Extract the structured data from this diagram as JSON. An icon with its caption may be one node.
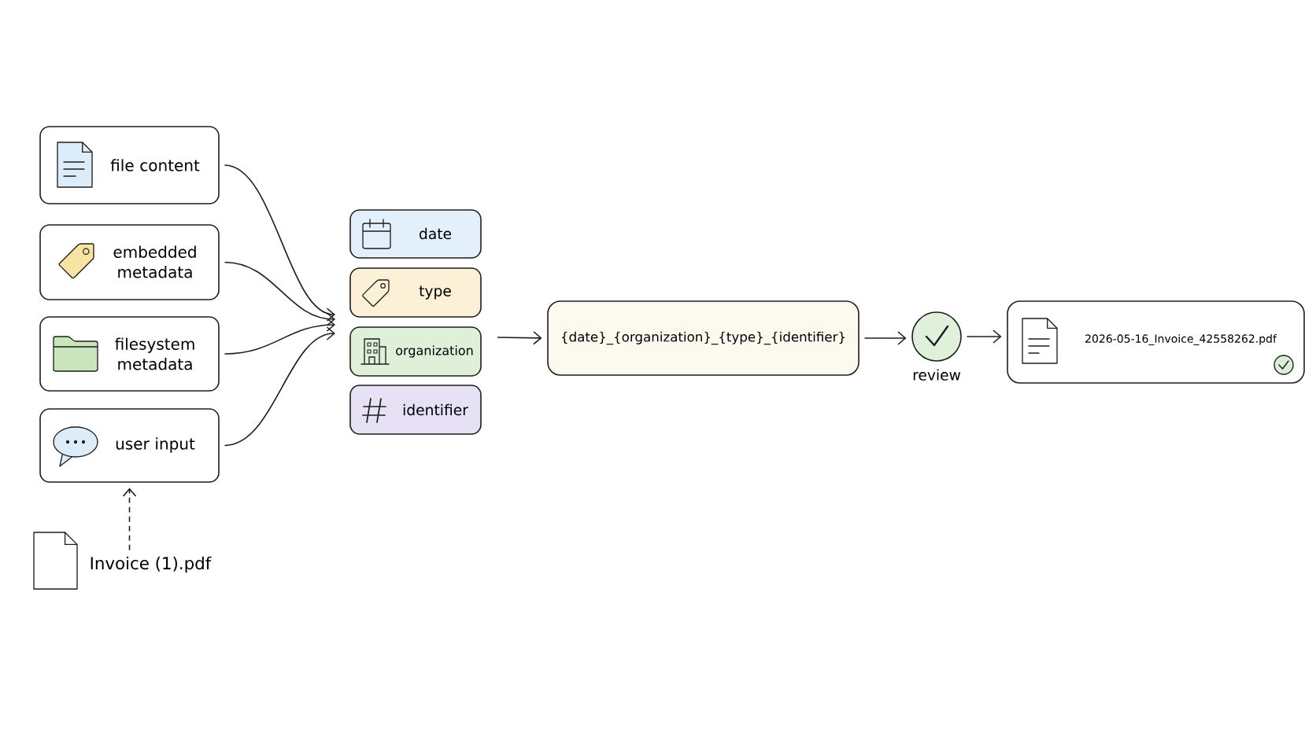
{
  "diagram": {
    "nodes": [
      {
        "text": [
          "file content"
        ]
      },
      {
        "text": [
          "embedded metadata"
        ]
      },
      {
        "text": [
          "filesystem metadata"
        ]
      },
      {
        "text": [
          "user input"
        ]
      },
      {
        "text": [
          "Invoice (1).pdf"
        ]
      },
      {
        "text": [
          "date"
        ]
      },
      {
        "text": [
          "type"
        ]
      },
      {
        "text": [
          "organization"
        ]
      },
      {
        "text": [
          "identifier"
        ]
      },
      {
        "text": [
          "{date}_{organization}_{type}_{identifier}"
        ]
      },
      {
        "text": [],
        "shape": "circle",
        "beside": [
          "review"
        ]
      },
      {
        "text": [
          "2026-05-16_Invoice_42558262.pdf"
        ]
      }
    ],
    "edges": [
      {
        "from": 0,
        "to": null,
        "arrow": "to"
      },
      {
        "from": 1,
        "to": null,
        "arrow": "to"
      },
      {
        "from": 2,
        "to": null,
        "arrow": "to"
      },
      {
        "from": 3,
        "to": null,
        "arrow": "to"
      },
      {
        "from": 4,
        "to": 3,
        "arrow": "to",
        "style": "dashed"
      },
      {
        "from": null,
        "to": 9,
        "arrow": "to"
      },
      {
        "from": 9,
        "to": 10,
        "arrow": "to"
      },
      {
        "from": 10,
        "to": 11,
        "arrow": "to"
      }
    ]
  }
}
